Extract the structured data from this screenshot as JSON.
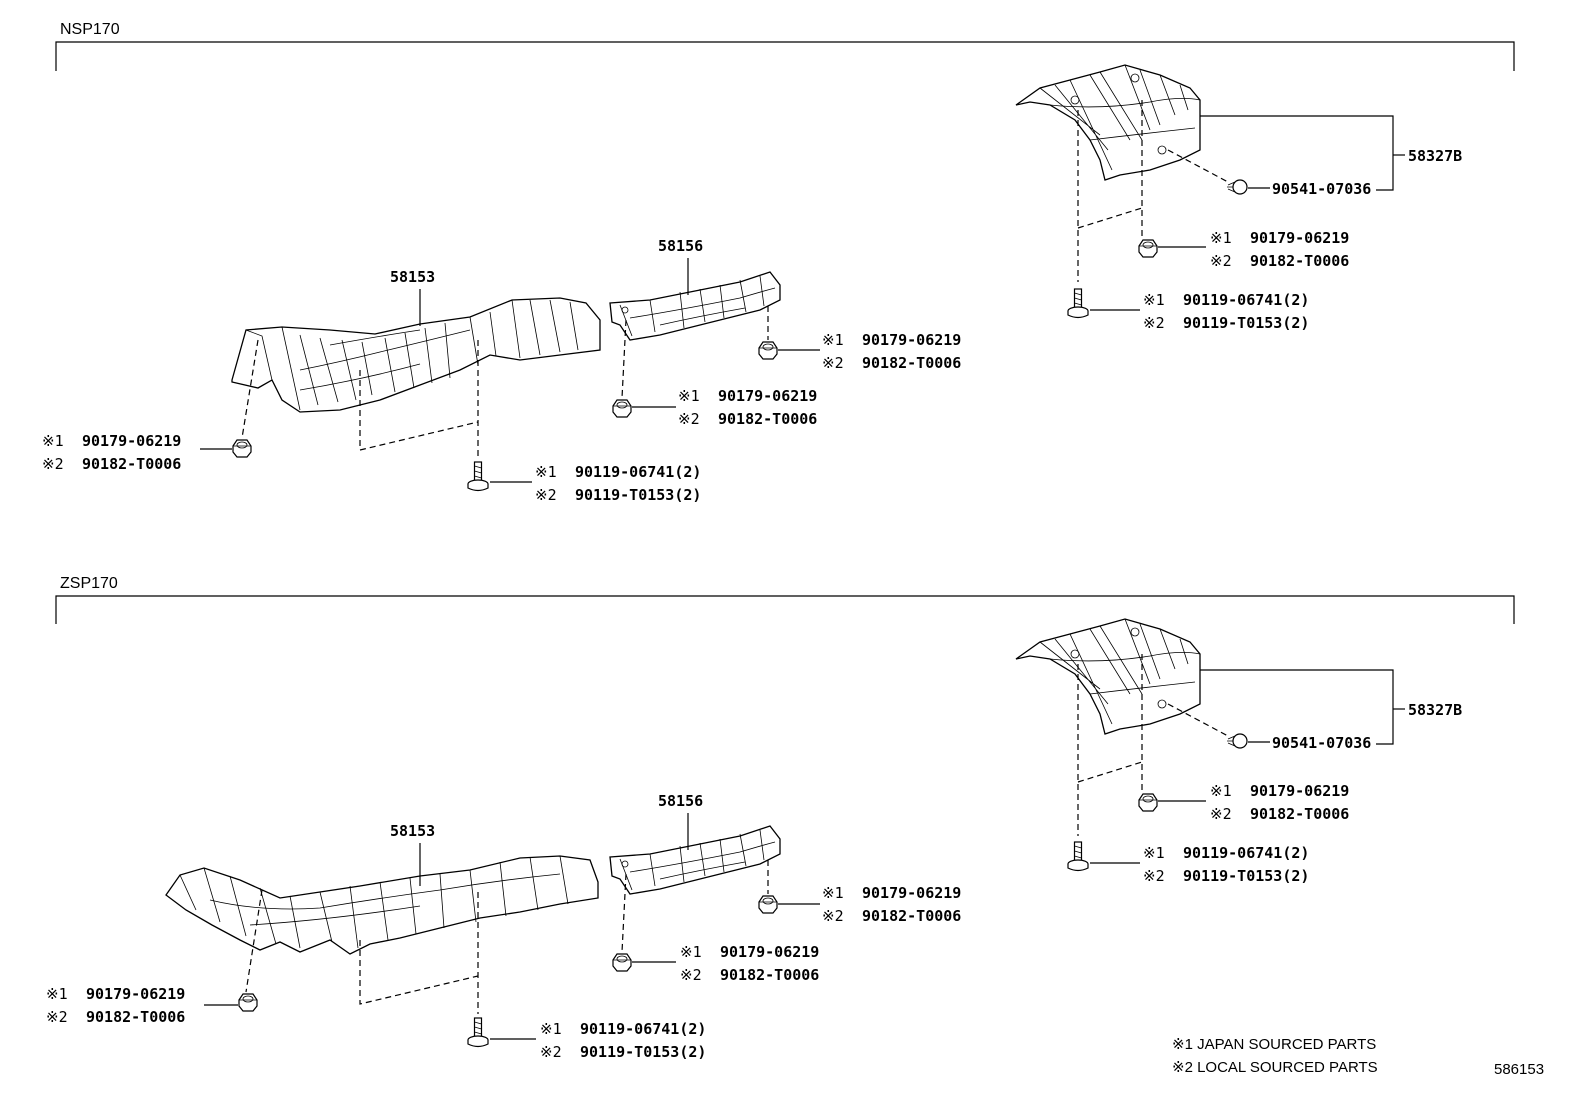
{
  "sections": [
    {
      "title": "NSP170",
      "parts": {
        "front_shield": "58153",
        "mid_shield": "58156",
        "rear_shield": "58327B",
        "rear_clip": "90541-07036"
      },
      "callouts": {
        "front_nut": {
          "m1": "※1",
          "p1": "90179-06219",
          "m2": "※2",
          "p2": "90182-T0006"
        },
        "front_bolt": {
          "m1": "※1",
          "p1": "90119-06741(2)",
          "m2": "※2",
          "p2": "90119-T0153(2)"
        },
        "mid_nut_left": {
          "m1": "※1",
          "p1": "90179-06219",
          "m2": "※2",
          "p2": "90182-T0006"
        },
        "mid_nut_right": {
          "m1": "※1",
          "p1": "90179-06219",
          "m2": "※2",
          "p2": "90182-T0006"
        },
        "rear_nut": {
          "m1": "※1",
          "p1": "90179-06219",
          "m2": "※2",
          "p2": "90182-T0006"
        },
        "rear_bolt": {
          "m1": "※1",
          "p1": "90119-06741(2)",
          "m2": "※2",
          "p2": "90119-T0153(2)"
        }
      }
    },
    {
      "title": "ZSP170",
      "parts": {
        "front_shield": "58153",
        "mid_shield": "58156",
        "rear_shield": "58327B",
        "rear_clip": "90541-07036"
      },
      "callouts": {
        "front_nut": {
          "m1": "※1",
          "p1": "90179-06219",
          "m2": "※2",
          "p2": "90182-T0006"
        },
        "front_bolt": {
          "m1": "※1",
          "p1": "90119-06741(2)",
          "m2": "※2",
          "p2": "90119-T0153(2)"
        },
        "mid_nut_left": {
          "m1": "※1",
          "p1": "90179-06219",
          "m2": "※2",
          "p2": "90182-T0006"
        },
        "mid_nut_right": {
          "m1": "※1",
          "p1": "90179-06219",
          "m2": "※2",
          "p2": "90182-T0006"
        },
        "rear_nut": {
          "m1": "※1",
          "p1": "90179-06219",
          "m2": "※2",
          "p2": "90182-T0006"
        },
        "rear_bolt": {
          "m1": "※1",
          "p1": "90119-06741(2)",
          "m2": "※2",
          "p2": "90119-T0153(2)"
        }
      }
    }
  ],
  "legend": {
    "line1": "※1 JAPAN SOURCED PARTS",
    "line2": "※2 LOCAL SOURCED PARTS"
  },
  "diagram_id": "586153"
}
